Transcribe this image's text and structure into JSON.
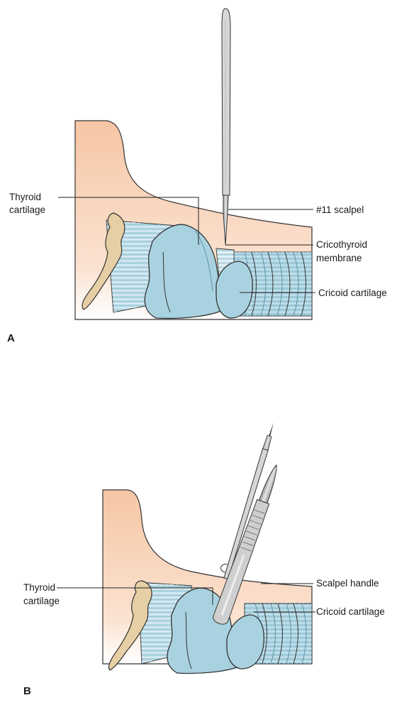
{
  "figure": {
    "panel_a": {
      "letter": "A",
      "labels": {
        "thyroid_line1": "Thyroid",
        "thyroid_line2": "cartilage",
        "scalpel": "#11 scalpel",
        "crico_membrane_line1": "Cricothyroid",
        "crico_membrane_line2": "membrane",
        "cricoid": "Cricoid cartilage"
      }
    },
    "panel_b": {
      "letter": "B",
      "labels": {
        "thyroid_line1": "Thyroid",
        "thyroid_line2": "cartilage",
        "scalpel_handle": "Scalpel handle",
        "cricoid": "Cricoid cartilage"
      }
    }
  },
  "colors": {
    "skin": "#f6c8a8",
    "skin_fade": "#fdf0e6",
    "cartilage": "#a9d2e0",
    "cartilage_dark": "#7fb4c8",
    "hyoid": "#e8cfa8",
    "instrument": "#c8c8c8"
  }
}
